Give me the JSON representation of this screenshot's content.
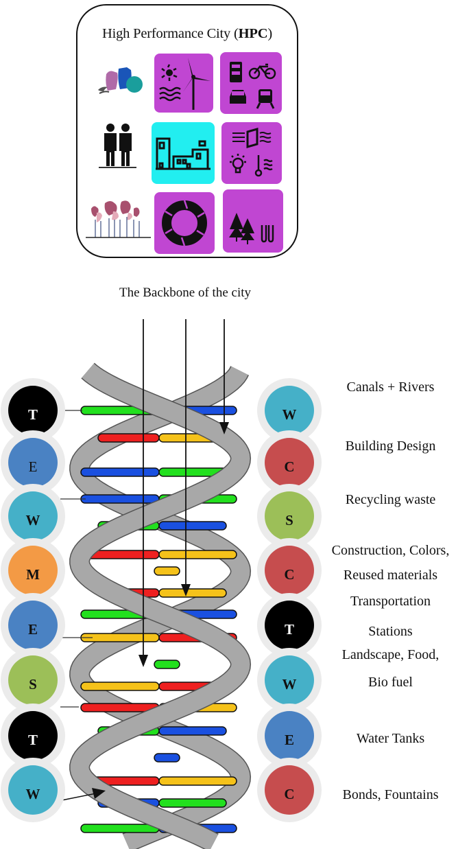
{
  "hpc": {
    "title_prefix": "High Performance City (",
    "title_bold": "HPC",
    "title_suffix": ")",
    "tiles": [
      {
        "icon": "people-icon",
        "style": "plain"
      },
      {
        "icon": "renewable-energy-icon",
        "style": "magenta",
        "color": "#c046d2"
      },
      {
        "icon": "transportation-icon",
        "style": "magenta",
        "color": "#c046d2"
      },
      {
        "icon": "people-icon",
        "style": "plain"
      },
      {
        "icon": "buildings-icon",
        "style": "cyan",
        "color": "#22eef0"
      },
      {
        "icon": "climate-control-icon",
        "style": "magenta",
        "color": "#c046d2"
      },
      {
        "icon": "trees-roots-icon",
        "style": "plain"
      },
      {
        "icon": "recycle-icon",
        "style": "magenta",
        "color": "#c046d2"
      },
      {
        "icon": "forest-icon",
        "style": "magenta",
        "color": "#c046d2"
      }
    ]
  },
  "backbone_label": "The Backbone of the city",
  "left_nodes": [
    {
      "letter": "T",
      "color": "#000000",
      "text_color": "#ffffff"
    },
    {
      "letter": "E",
      "color": "#4a82c3",
      "text_color": "#111111"
    },
    {
      "letter": "W",
      "color": "#45b0c8",
      "text_color": "#111111"
    },
    {
      "letter": "M",
      "color": "#f39a45",
      "text_color": "#111111"
    },
    {
      "letter": "E",
      "color": "#4a82c3",
      "text_color": "#111111"
    },
    {
      "letter": "S",
      "color": "#9cbf58",
      "text_color": "#111111"
    },
    {
      "letter": "T",
      "color": "#000000",
      "text_color": "#ffffff"
    },
    {
      "letter": "W",
      "color": "#45b0c8",
      "text_color": "#111111"
    }
  ],
  "right_nodes": [
    {
      "letter": "W",
      "color": "#45b0c8",
      "text_color": "#111111",
      "description": [
        "Canals + Rivers"
      ]
    },
    {
      "letter": "C",
      "color": "#c64d4e",
      "text_color": "#111111",
      "description": [
        "Building Design"
      ]
    },
    {
      "letter": "S",
      "color": "#9cbf58",
      "text_color": "#111111",
      "description": [
        "Recycling waste"
      ]
    },
    {
      "letter": "C",
      "color": "#c64d4e",
      "text_color": "#111111",
      "description": [
        "Construction, Colors,",
        "Reused materials"
      ]
    },
    {
      "letter": "T",
      "color": "#000000",
      "text_color": "#ffffff",
      "description": [
        "Transportation",
        "Stations"
      ]
    },
    {
      "letter": "W",
      "color": "#45b0c8",
      "text_color": "#111111",
      "description": [
        "Landscape, Food,",
        "Bio fuel"
      ]
    },
    {
      "letter": "E",
      "color": "#4a82c3",
      "text_color": "#111111",
      "description": [
        "Water Tanks"
      ]
    },
    {
      "letter": "C",
      "color": "#c64d4e",
      "text_color": "#111111",
      "description": [
        "Bonds, Fountains"
      ]
    }
  ],
  "base_colors": {
    "green": "#22e01e",
    "blue": "#1a50e0",
    "red": "#ee2020",
    "yellow": "#f5c21a",
    "backbone": "#a8a8a8"
  },
  "base_pairs": [
    [
      "green",
      "blue"
    ],
    [
      "red",
      "yellow"
    ],
    [
      "blue",
      "green"
    ],
    [
      "blue",
      "green"
    ],
    [
      "green",
      "blue"
    ],
    [
      "red",
      "yellow"
    ],
    [
      "yellow",
      "none"
    ],
    [
      "red",
      "yellow"
    ],
    [
      "green",
      "blue"
    ],
    [
      "yellow",
      "red"
    ],
    [
      "green",
      "none"
    ],
    [
      "yellow",
      "red"
    ],
    [
      "red",
      "yellow"
    ],
    [
      "green",
      "blue"
    ],
    [
      "blue",
      "none"
    ],
    [
      "red",
      "yellow"
    ],
    [
      "blue",
      "green"
    ],
    [
      "green",
      "blue"
    ]
  ]
}
